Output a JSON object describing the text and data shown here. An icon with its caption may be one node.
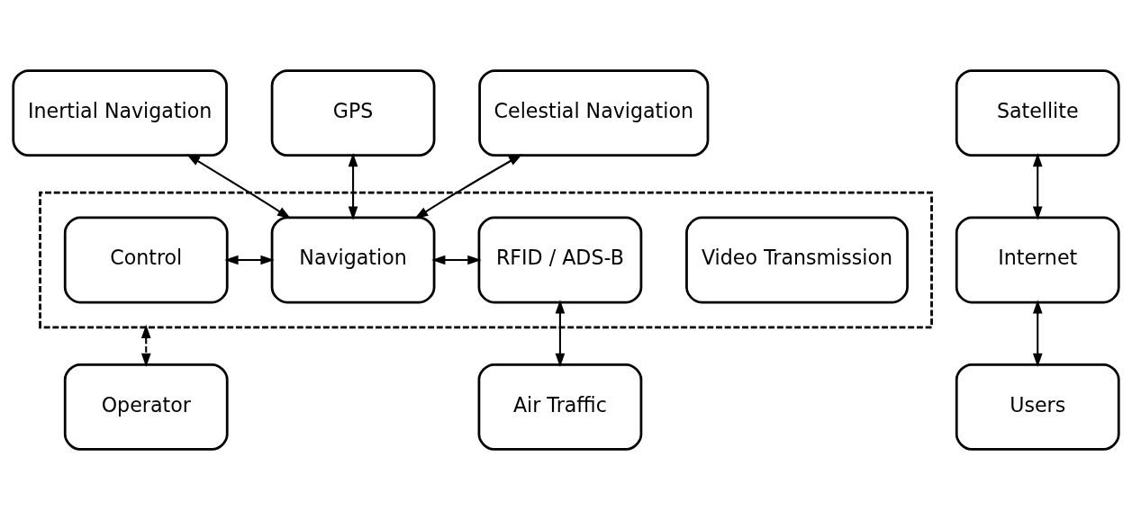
{
  "diagram": {
    "nodes": [
      {
        "text": [
          "Inertial Navigation"
        ]
      },
      {
        "text": [
          "GPS"
        ]
      },
      {
        "text": [
          "Celestial Navigation"
        ]
      },
      {
        "text": [
          "Satellite"
        ]
      },
      {
        "text": [],
        "shape": "box"
      },
      {
        "text": [
          "Video Transmission"
        ],
        "in": 4
      },
      {
        "text": [
          "Control"
        ],
        "in": 4
      },
      {
        "text": [
          "Navigation"
        ],
        "in": 4
      },
      {
        "text": [
          "RFID / ADS-B"
        ],
        "in": 4
      },
      {
        "text": [
          "Internet"
        ]
      },
      {
        "text": [
          "Operator"
        ]
      },
      {
        "text": [
          "Air Traffic"
        ]
      },
      {
        "text": [
          "Users"
        ]
      }
    ],
    "edges": [
      {
        "from": 0,
        "to": 7,
        "arrow": "both"
      },
      {
        "from": 1,
        "to": 7,
        "arrow": "both"
      },
      {
        "from": 2,
        "to": 7,
        "arrow": "both"
      },
      {
        "from": 6,
        "to": 7,
        "arrow": "both"
      },
      {
        "from": 7,
        "to": 8,
        "arrow": "both"
      },
      {
        "from": 3,
        "to": 9,
        "arrow": "both"
      },
      {
        "from": 4,
        "to": 10,
        "arrow": "both",
        "style": "dashed"
      },
      {
        "from": 8,
        "to": 11,
        "arrow": "both"
      },
      {
        "from": 9,
        "to": 12,
        "arrow": "both"
      }
    ]
  }
}
